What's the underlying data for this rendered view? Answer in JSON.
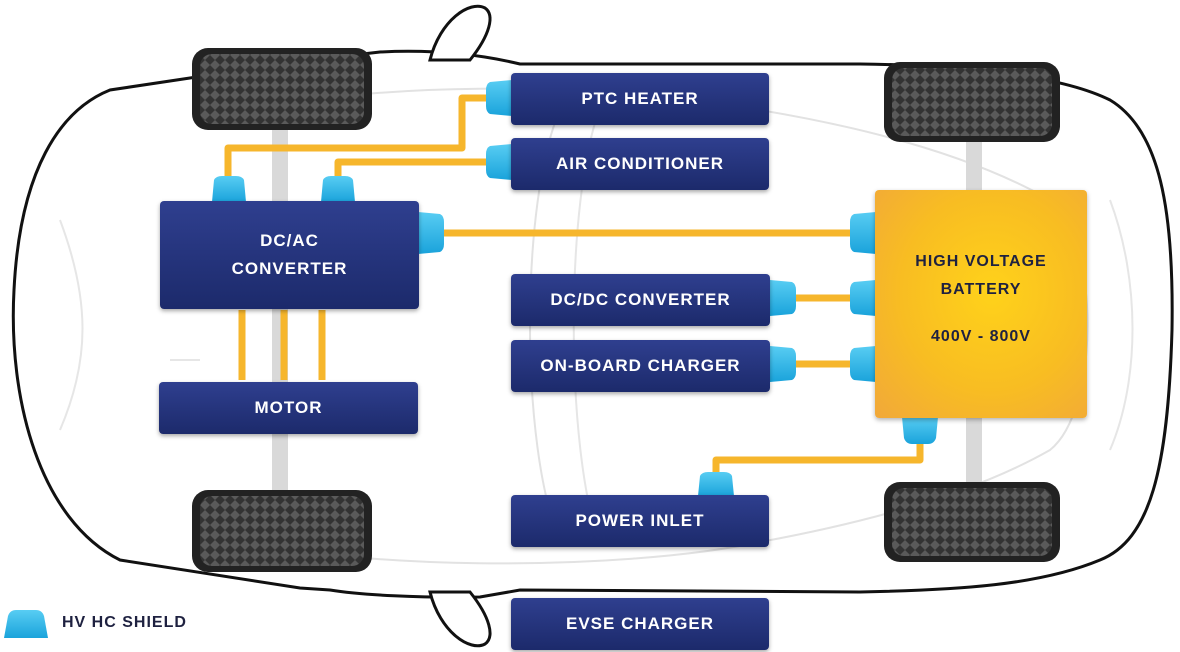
{
  "components": {
    "ptc_heater": "PTC HEATER",
    "air_conditioner": "AIR CONDITIONER",
    "dcac_line1": "DC/AC",
    "dcac_line2": "CONVERTER",
    "motor": "MOTOR",
    "dcdc_converter": "DC/DC CONVERTER",
    "onboard_charger": "ON-BOARD CHARGER",
    "power_inlet": "POWER INLET",
    "evse_charger": "EVSE CHARGER"
  },
  "battery": {
    "line1": "HIGH VOLTAGE",
    "line2": "BATTERY",
    "voltage": "400V - 800V"
  },
  "legend": {
    "label": "HV HC SHIELD"
  },
  "colors": {
    "box": "#1c2a6b",
    "cable": "#f6b62c",
    "shield": "#29b6e8",
    "battery": "#f8bd22",
    "car_outline": "#111111",
    "car_lines": "#e3e3e3"
  }
}
